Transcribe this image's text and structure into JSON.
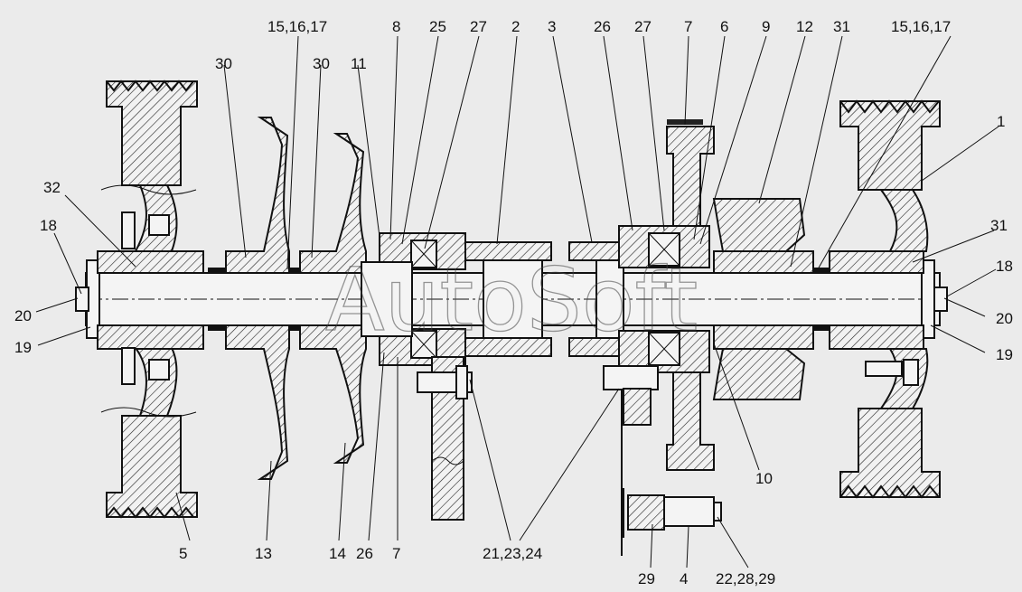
{
  "watermark": "AutoSoft",
  "callouts": [
    {
      "id": "c1",
      "text": "15,16,17"
    },
    {
      "id": "c2",
      "text": "8"
    },
    {
      "id": "c3",
      "text": "25"
    },
    {
      "id": "c4",
      "text": "27"
    },
    {
      "id": "c5",
      "text": "2"
    },
    {
      "id": "c6",
      "text": "3"
    },
    {
      "id": "c7",
      "text": "26"
    },
    {
      "id": "c8",
      "text": "27"
    },
    {
      "id": "c9",
      "text": "7"
    },
    {
      "id": "c10",
      "text": "6"
    },
    {
      "id": "c11",
      "text": "9"
    },
    {
      "id": "c12",
      "text": "12"
    },
    {
      "id": "c13",
      "text": "31"
    },
    {
      "id": "c14",
      "text": "15,16,17"
    },
    {
      "id": "c15",
      "text": "30"
    },
    {
      "id": "c16",
      "text": "30"
    },
    {
      "id": "c17",
      "text": "11"
    },
    {
      "id": "c18",
      "text": "1"
    },
    {
      "id": "c19",
      "text": "32"
    },
    {
      "id": "c20",
      "text": "18"
    },
    {
      "id": "c21",
      "text": "31"
    },
    {
      "id": "c22",
      "text": "18"
    },
    {
      "id": "c23",
      "text": "20"
    },
    {
      "id": "c24",
      "text": "19"
    },
    {
      "id": "c25",
      "text": "20"
    },
    {
      "id": "c26",
      "text": "19"
    },
    {
      "id": "c27",
      "text": "10"
    },
    {
      "id": "c28",
      "text": "5"
    },
    {
      "id": "c29",
      "text": "13"
    },
    {
      "id": "c30",
      "text": "14"
    },
    {
      "id": "c31",
      "text": "26"
    },
    {
      "id": "c32",
      "text": "7"
    },
    {
      "id": "c33",
      "text": "21,23,24"
    },
    {
      "id": "c34",
      "text": "29"
    },
    {
      "id": "c35",
      "text": "4"
    },
    {
      "id": "c36",
      "text": "22,28,29"
    }
  ]
}
